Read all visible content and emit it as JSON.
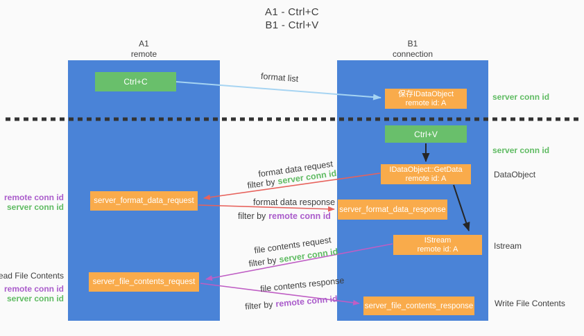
{
  "title": {
    "line1": "A1 - Ctrl+C",
    "line2": "B1 - Ctrl+V"
  },
  "lanes": {
    "left": {
      "header_top": "A1",
      "header_bottom": "remote"
    },
    "right": {
      "header_top": "B1",
      "header_bottom": "connection"
    }
  },
  "nodes": {
    "ctrl_c": {
      "label": "Ctrl+C"
    },
    "save_idataobject": {
      "line1": "保存IDataObject",
      "line2": "remote id: A"
    },
    "ctrl_v": {
      "label": "Ctrl+V"
    },
    "getdata": {
      "line1": "IDataObject::GetData",
      "line2": "remote id: A"
    },
    "server_format_data_request": {
      "label": "server_format_data_request"
    },
    "server_format_data_response": {
      "label": "server_format_data_response"
    },
    "istream": {
      "line1": "IStream",
      "line2": "remote id: A"
    },
    "server_file_contents_request": {
      "label": "server_file_contents_request"
    },
    "server_file_contents_response": {
      "label": "server_file_contents_response"
    }
  },
  "edge_labels": {
    "format_list": "format list",
    "format_data_request": "format data request",
    "format_data_request_filter_prefix": "filter by",
    "format_data_request_filter_key": "server conn id",
    "format_data_response": "format data response",
    "format_data_response_filter_prefix": "filter by",
    "format_data_response_filter_key": "remote conn id",
    "file_contents_request": "file contents request",
    "file_contents_request_filter_prefix": "filter by",
    "file_contents_request_filter_key": "server conn id",
    "file_contents_response": "file contents response",
    "file_contents_response_filter_prefix": "filter by",
    "file_contents_response_filter_key": "remote conn id"
  },
  "side_labels": {
    "right_server_conn_id_top": "server conn id",
    "right_server_conn_id_mid": "server conn id",
    "dataobject": "DataObject",
    "istream": "Istream",
    "write_file_contents": "Write File Contents",
    "left_remote_conn_id_top": "remote conn id",
    "left_server_conn_id_top": "server conn id",
    "read_file_contents": "Read File Contents",
    "left_remote_conn_id_bottom": "remote conn id",
    "left_server_conn_id_bottom": "server conn id"
  },
  "colors": {
    "lane_blue": "#4a83d7",
    "node_green": "#69bf6b",
    "node_orange": "#f9ab4b",
    "arrow_blue": "#a6d4f2",
    "arrow_black": "#262626",
    "arrow_red": "#e7625c",
    "arrow_magenta": "#bf5ec4",
    "key_green": "#5fbb62",
    "key_purple": "#aa5ccb",
    "text_dark": "#3d3d3d",
    "background": "#fafafa"
  }
}
